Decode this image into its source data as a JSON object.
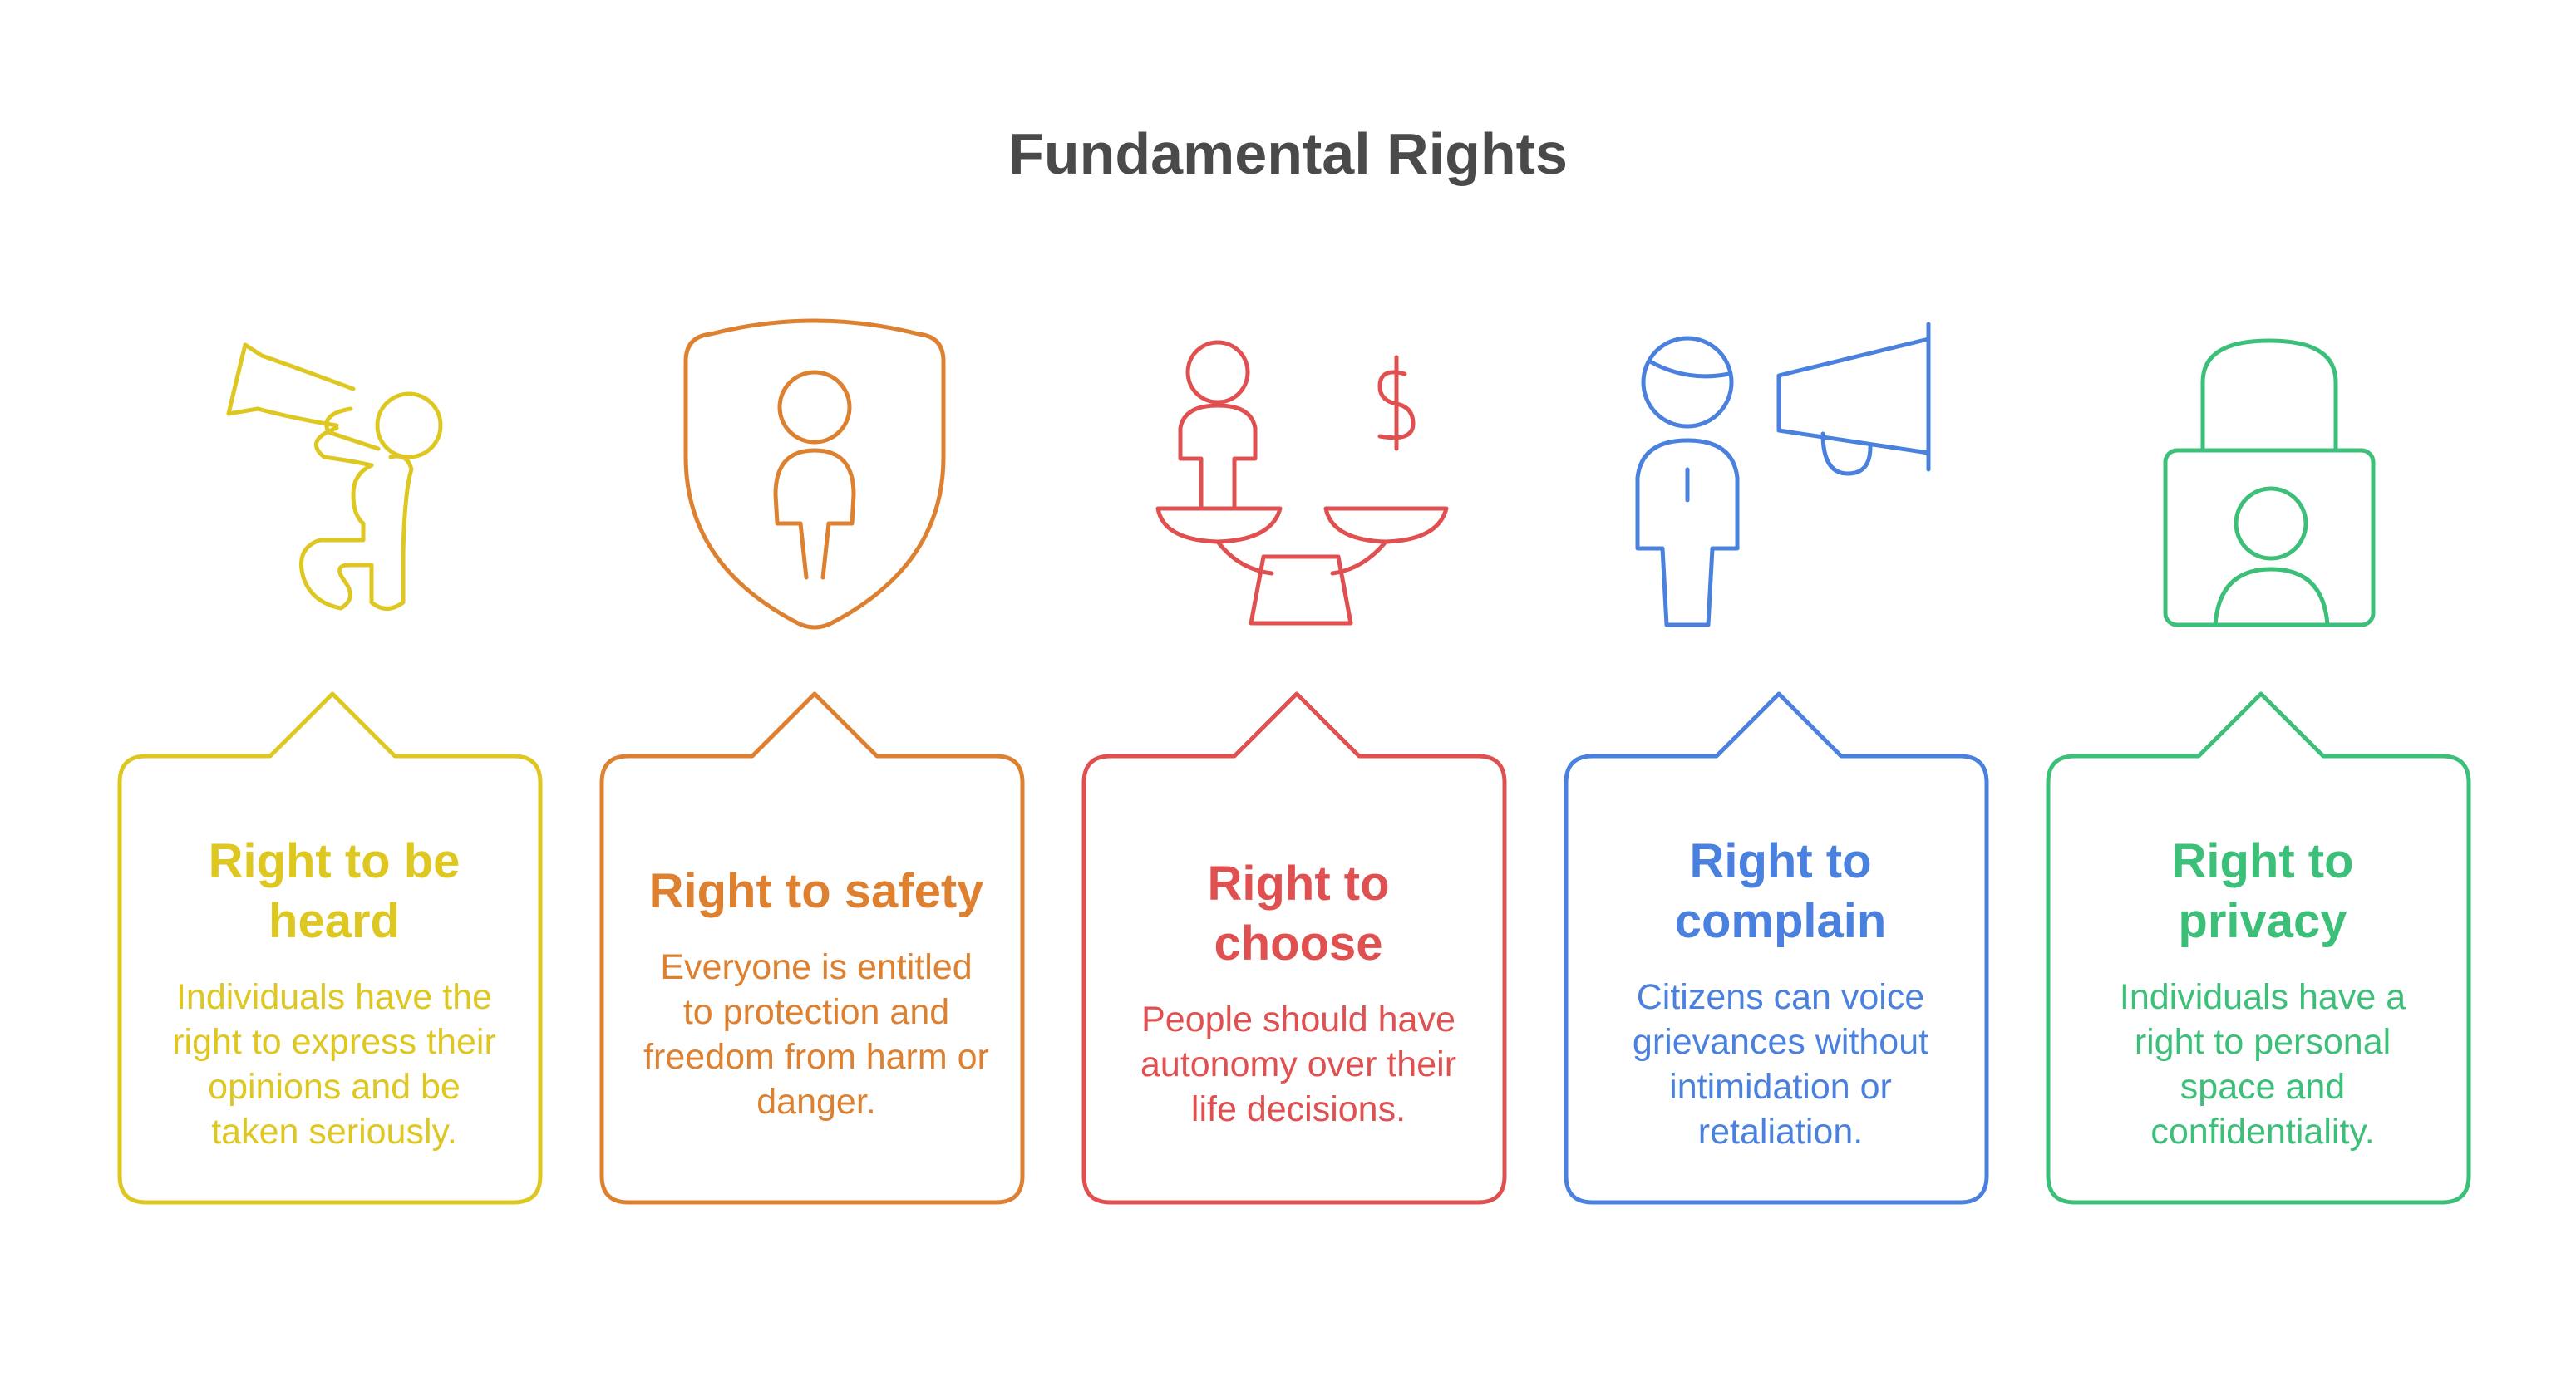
{
  "title": "Fundamental Rights",
  "colors": {
    "yellow": "#dfc722",
    "orange": "#dd8030",
    "red": "#e05050",
    "blue": "#4a80de",
    "green": "#3cbf78",
    "title": "#4a4a4a"
  },
  "cards": [
    {
      "icon": "trumpet-player-icon",
      "title": "Right to be heard",
      "description": "Individuals have the right to express their opinions and be taken seriously."
    },
    {
      "icon": "shield-person-icon",
      "title": "Right to safety",
      "description": "Everyone is entitled to protection and freedom from harm or danger."
    },
    {
      "icon": "person-on-scale-icon",
      "title": "Right to choose",
      "description": "People should have autonomy over their life decisions."
    },
    {
      "icon": "person-megaphone-icon",
      "title": "Right to complain",
      "description": "Citizens can voice grievances without intimidation or retaliation."
    },
    {
      "icon": "padlock-person-icon",
      "title": "Right to privacy",
      "description": "Individuals have a right to personal space and confidentiality."
    }
  ]
}
